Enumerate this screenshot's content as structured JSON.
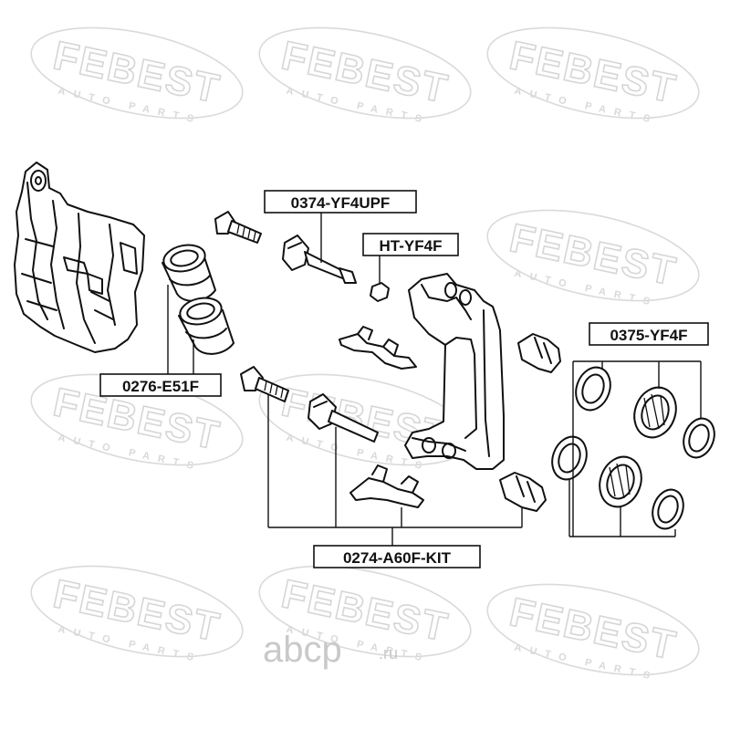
{
  "watermark": {
    "brand": "FEBEST",
    "subtitle": "AUTO PARTS",
    "site": "abcp",
    "site_tld": ".ru"
  },
  "labels": {
    "guide_pin_upper": "0374-YF4UPF",
    "bleeder": "HT-YF4F",
    "seal_kit": "0375-YF4F",
    "piston": "0276-E51F",
    "repair_kit": "0274-A60F-KIT"
  },
  "colors": {
    "ink": "#111111",
    "watermark": "#d6d6d6",
    "background": "#ffffff"
  }
}
